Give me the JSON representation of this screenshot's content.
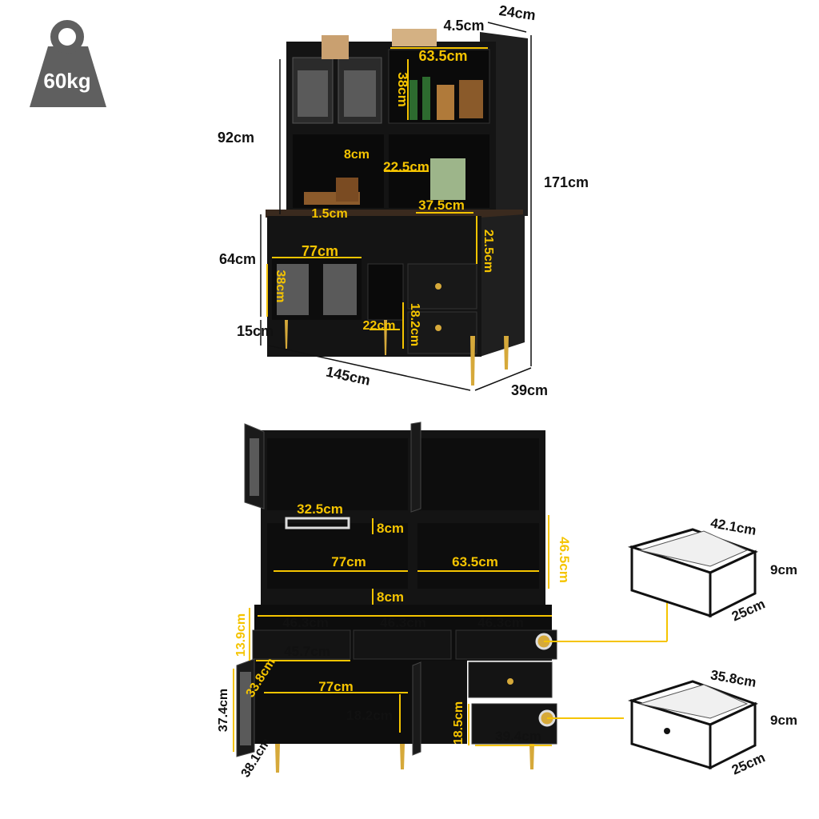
{
  "weight_badge": {
    "label": "60kg",
    "icon": "weight-icon"
  },
  "colors": {
    "cabinet": "#141414",
    "dimension_accent": "#f5c400",
    "badge": "#5f5f5f"
  },
  "top_view": {
    "outer_labels": {
      "width": "145cm",
      "depth": "39cm",
      "height_total": "171cm",
      "upper_height": "92cm",
      "lower_height": "64cm",
      "leg_height": "15cm",
      "top_depth": "24cm",
      "top_offset": "4.5cm"
    },
    "inner_labels": {
      "upper_shelf_width": "63.5cm",
      "upper_shelf_height": "38cm",
      "glass_rack_gap": "8cm",
      "middle_gap": "22.5cm",
      "counter_ledge": "1.5cm",
      "counter_depth": "37.5cm",
      "drawer_zone_height": "21.5cm",
      "lower_width": "77cm",
      "lower_door_height": "38cm",
      "cubby_width": "22cm",
      "cubby_height": "18.2cm"
    }
  },
  "open_view": {
    "labels": {
      "rack_width": "32.5cm",
      "rack_gap": "8cm",
      "open_left_width": "77cm",
      "open_right_width": "63.5cm",
      "open_height": "46.5cm",
      "lower_gap": "8cm",
      "drawer_row_height": "13.9cm",
      "drawer_1": "46.3cm",
      "drawer_2": "46.3cm",
      "drawer_3": "46.3cm",
      "inner_drawer": "45.7cm",
      "door_diag": "33.8cm",
      "lower_open_width": "77cm",
      "door_height": "37.4cm",
      "door_bottom": "38.1cm",
      "shelf_height": "18.2cm",
      "side_drawer_height": "18.5cm",
      "side_drawer_width": "39.4cm"
    }
  },
  "drawer_details": [
    {
      "width": "42.1cm",
      "height": "9cm",
      "depth": "25cm"
    },
    {
      "width": "35.8cm",
      "height": "9cm",
      "depth": "25cm"
    }
  ]
}
